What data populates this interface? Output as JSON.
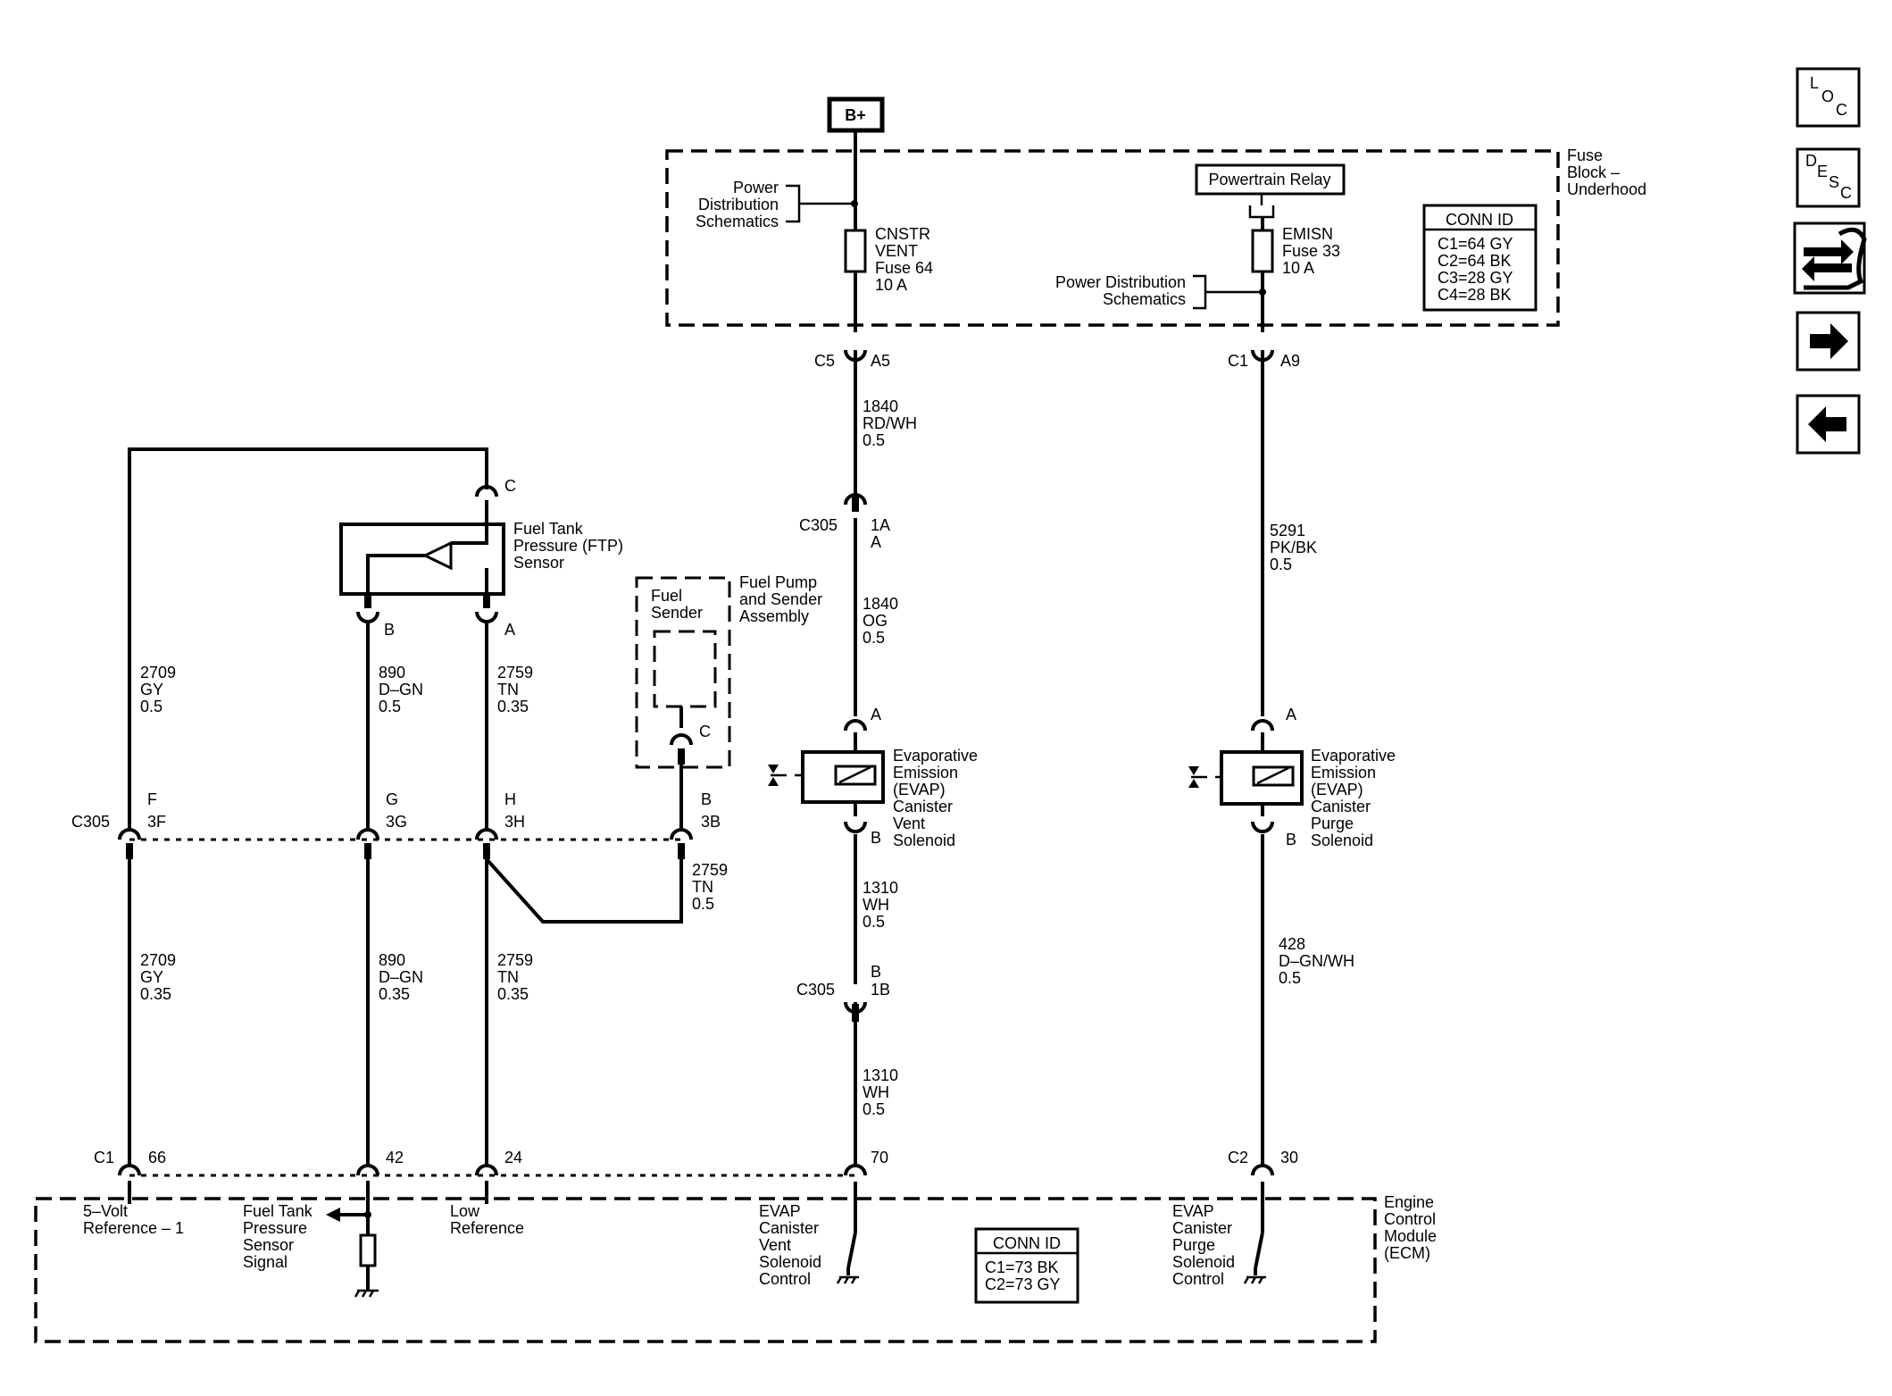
{
  "power": {
    "bplus": "B+"
  },
  "fuse_block": {
    "title": [
      "Fuse",
      "Block –",
      "Underhood"
    ],
    "pd_left": [
      "Power",
      "Distribution",
      "Schematics"
    ],
    "pd_right": [
      "Power Distribution",
      "Schematics"
    ],
    "fuse64": [
      "CNSTR",
      "VENT",
      "Fuse 64",
      "10 A"
    ],
    "fuse33": [
      "EMISN",
      "Fuse 33",
      "10 A"
    ],
    "relay": "Powertrain Relay",
    "conn_title": "CONN ID",
    "conn_lines": [
      "C1=64 GY",
      "C2=64 BK",
      "C3=28 GY",
      "C4=28 BK"
    ]
  },
  "connectors": {
    "c5": "C5",
    "a5": "A5",
    "c1_top": "C1",
    "a9": "A9",
    "c305": "C305",
    "c305_1a": "1A",
    "c305_1a_sub": "A",
    "c305_1b_top": "B",
    "c305_1b": "1B",
    "pin_c": "C",
    "pin_b": "B",
    "pin_a": "A",
    "f": "F",
    "f3": "3F",
    "g": "G",
    "g3": "3G",
    "h": "H",
    "h3": "3H",
    "b": "B",
    "b3": "3B",
    "sender_c": "C",
    "evap_a": "A",
    "evap_b": "B",
    "ecm_c1": "C1",
    "ecm_c2": "C2",
    "p66": "66",
    "p42": "42",
    "p24": "24",
    "p70": "70",
    "p30": "30"
  },
  "wires": {
    "w1840_top": [
      "1840",
      "RD/WH",
      "0.5"
    ],
    "w1840_og": [
      "1840",
      "OG",
      "0.5"
    ],
    "w5291": [
      "5291",
      "PK/BK",
      "0.5"
    ],
    "w2709_top": [
      "2709",
      "GY",
      "0.5"
    ],
    "w890_top": [
      "890",
      "D–GN",
      "0.5"
    ],
    "w2759_top": [
      "2759",
      "TN",
      "0.35"
    ],
    "w2759_sender": [
      "2759",
      "TN",
      "0.5"
    ],
    "w1310_a": [
      "1310",
      "WH",
      "0.5"
    ],
    "w1310_b": [
      "1310",
      "WH",
      "0.5"
    ],
    "w428": [
      "428",
      "D–GN/WH",
      "0.5"
    ],
    "w2709_bot": [
      "2709",
      "GY",
      "0.35"
    ],
    "w890_bot": [
      "890",
      "D–GN",
      "0.35"
    ],
    "w2759_bot": [
      "2759",
      "TN",
      "0.35"
    ]
  },
  "components": {
    "ftp": [
      "Fuel Tank",
      "Pressure (FTP)",
      "Sensor"
    ],
    "fuel_pump": [
      "Fuel Pump",
      "and Sender",
      "Assembly"
    ],
    "fuel_sender": [
      "Fuel",
      "Sender"
    ],
    "vent_sol": [
      "Evaporative",
      "Emission",
      "(EVAP)",
      "Canister",
      "Vent",
      "Solenoid"
    ],
    "purge_sol": [
      "Evaporative",
      "Emission",
      "(EVAP)",
      "Canister",
      "Purge",
      "Solenoid"
    ]
  },
  "ecm": {
    "title": [
      "Engine",
      "Control",
      "Module",
      "(ECM)"
    ],
    "five_volt": [
      "5–Volt",
      "Reference – 1"
    ],
    "ftp_signal": [
      "Fuel Tank",
      "Pressure",
      "Sensor",
      "Signal"
    ],
    "low_ref": [
      "Low",
      "Reference"
    ],
    "vent_ctrl": [
      "EVAP",
      "Canister",
      "Vent",
      "Solenoid",
      "Control"
    ],
    "purge_ctrl": [
      "EVAP",
      "Canister",
      "Purge",
      "Solenoid",
      "Control"
    ],
    "conn_title": "CONN ID",
    "conn_lines": [
      "C1=73 BK",
      "C2=73 GY"
    ]
  },
  "nav": {
    "loc": {
      "l1": "L",
      "l2": "O",
      "l3": "C"
    },
    "desc": {
      "l1": "D",
      "l2": "E",
      "l3": "S",
      "l4": "C"
    },
    "next_icon": "arrow-right-icon",
    "prev_icon": "arrow-left-icon",
    "connector_icon": "connector-harness-icon"
  }
}
